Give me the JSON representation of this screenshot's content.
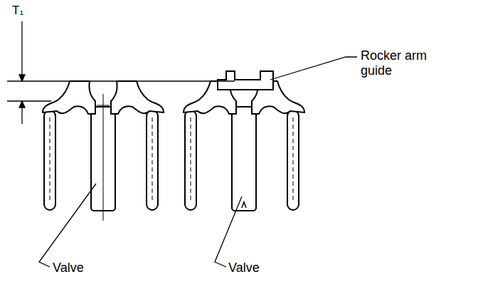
{
  "diagram": {
    "labels": [
      "T₁",
      "Rocker arm guide",
      "Valve",
      "Valve"
    ]
  }
}
